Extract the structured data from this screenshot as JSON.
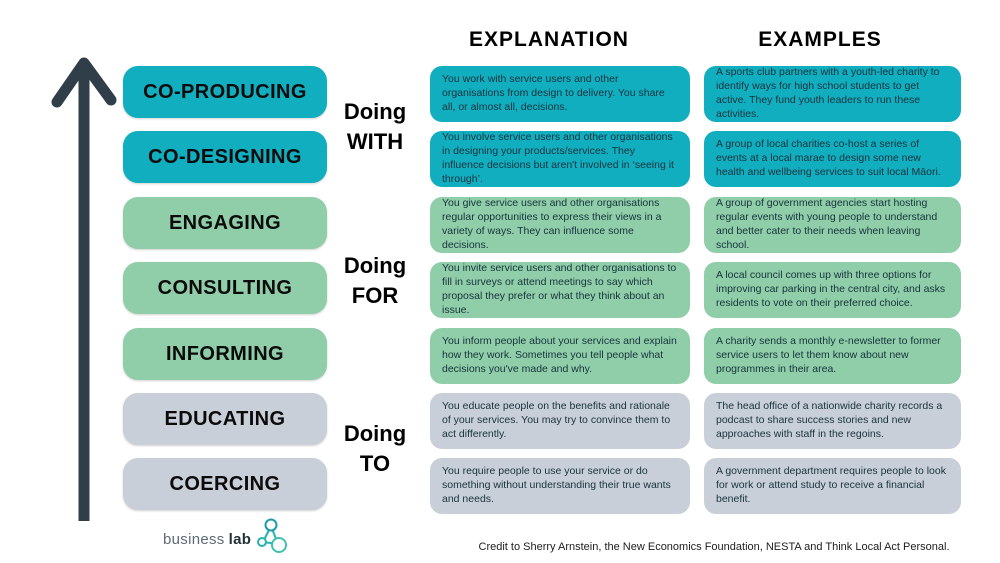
{
  "headers": {
    "explanation": "EXPLANATION",
    "examples": "EXAMPLES"
  },
  "doing_labels": [
    {
      "line1": "Doing",
      "line2": "WITH"
    },
    {
      "line1": "Doing",
      "line2": "FOR"
    },
    {
      "line1": "Doing",
      "line2": "TO"
    }
  ],
  "rows": [
    {
      "level": "CO-PRODUCING",
      "tier": "teal",
      "explanation": "You work with service users and other organisations from design to delivery. You share all, or almost all, decisions.",
      "example": "A sports club partners with a youth-led charity to identify ways for high school students to get active. They fund youth leaders to run these activities."
    },
    {
      "level": "CO-DESIGNING",
      "tier": "teal",
      "explanation": "You involve service users and other organisations in designing your products/services. They influence decisions but aren't involved in ‘seeing it through’.",
      "example": "A group of local charities co-host a series of events at a local marae to design some new health and wellbeing services to suit local Māori."
    },
    {
      "level": "ENGAGING",
      "tier": "green",
      "explanation": "You give service users and other organisations regular opportunities to express their views in a variety of ways. They can influence some decisions.",
      "example": "A group of government agencies start hosting regular events with young people to understand and better cater to their needs when leaving school."
    },
    {
      "level": "CONSULTING",
      "tier": "green",
      "explanation": "You invite service users and other organisations to fill in surveys or attend meetings to say which proposal they prefer or what they think about an issue.",
      "example": "A local council comes up with three options for improving car parking in the central city, and asks residents to vote on their preferred choice."
    },
    {
      "level": "INFORMING",
      "tier": "green",
      "explanation": "You inform people about your services and explain how they work. Sometimes you tell people what decisions you've made and why.",
      "example": "A charity sends a monthly e-newsletter to former service users to let them know about new programmes in their area."
    },
    {
      "level": "EDUCATING",
      "tier": "grey",
      "explanation": "You educate people on the benefits and rationale of your services. You may try to convince them to act differently.",
      "example": "The head office of a nationwide charity records a podcast to share success stories and new approaches with staff in the regoins."
    },
    {
      "level": "COERCING",
      "tier": "grey",
      "explanation": "You require people to use your service or do something without understanding their true wants and needs.",
      "example": "A government department requires people to look for work or attend study to receive a financial benefit."
    }
  ],
  "footer": {
    "logo_text_light": "business",
    "logo_text_bold": "lab",
    "credit": "Credit to Sherry Arnstein, the New Economics Foundation, NESTA and Think Local Act Personal."
  },
  "palette": {
    "teal": "#11aebf",
    "green": "#90cea9",
    "grey": "#c9cfd8",
    "arrow": "#2f3e48",
    "logo_icon": "#27b4b0"
  }
}
